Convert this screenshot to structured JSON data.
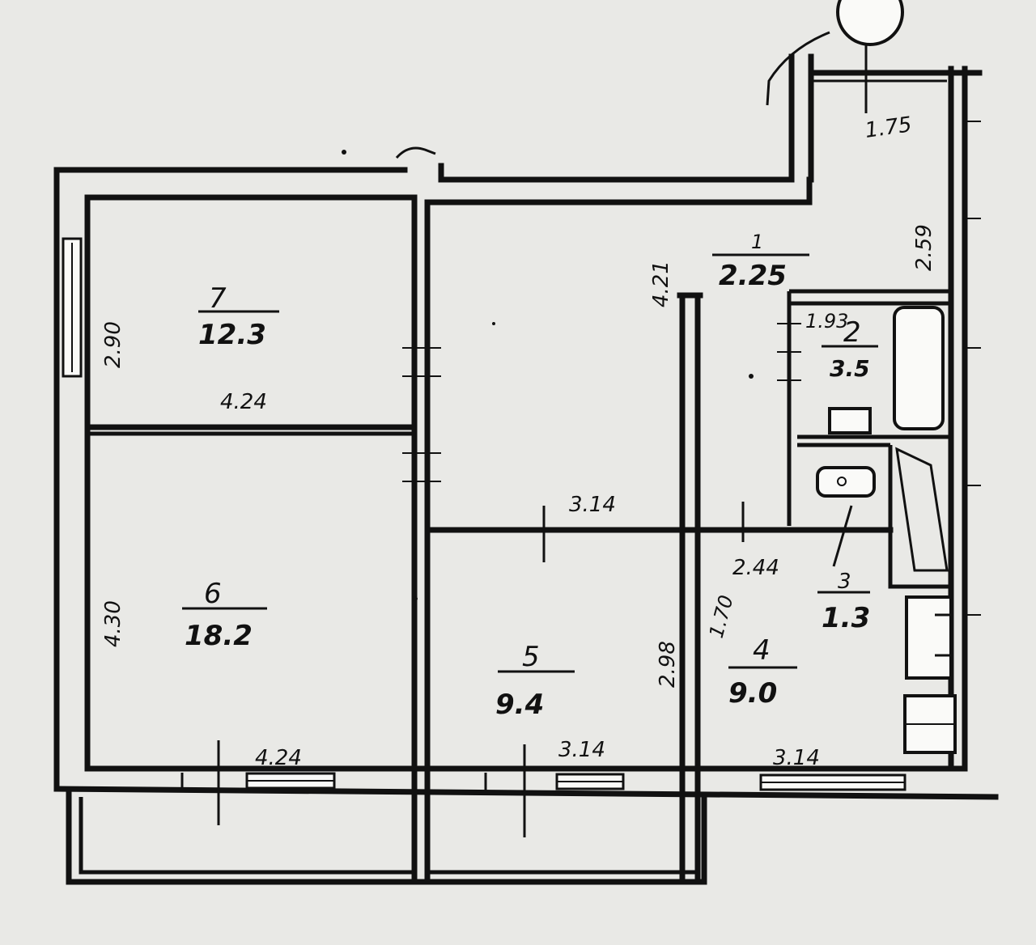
{
  "rooms": [
    {
      "number": "1",
      "area": "2.25"
    },
    {
      "number": "2",
      "area": "3.5"
    },
    {
      "number": "3",
      "area": "1.3"
    },
    {
      "number": "4",
      "area": "9.0"
    },
    {
      "number": "5",
      "area": "9.4"
    },
    {
      "number": "6",
      "area": "18.2"
    },
    {
      "number": "7",
      "area": "12.3"
    }
  ],
  "dimensions": {
    "balcony_top_width": "1.75",
    "corridor_length": "2.59",
    "hall_height": "4.21",
    "bath_width": "1.93",
    "room7_width": "4.24",
    "room7_height": "2.90",
    "room6_height": "4.30",
    "room6_bottom_width": "4.24",
    "room5_top_width": "3.14",
    "room5_bottom_width": "3.14",
    "room5_height": "2.98",
    "kitchen_top_width": "2.44",
    "kitchen_height": "1.70",
    "kitchen_bottom_width": "3.14"
  }
}
